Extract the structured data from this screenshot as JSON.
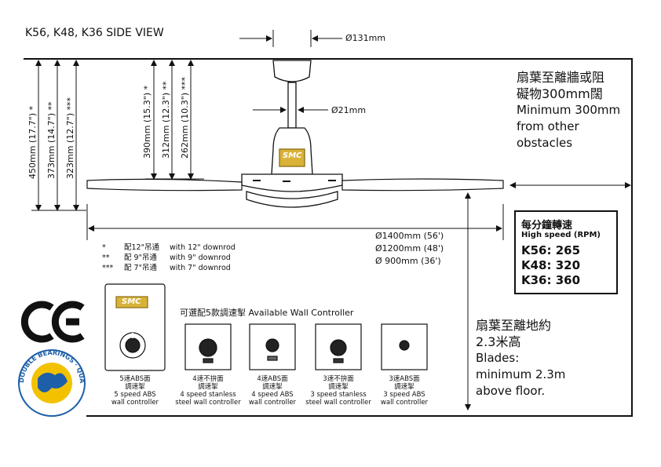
{
  "title": "K56, K48, K36  SIDE VIEW",
  "dimensions": {
    "motor_width": "Ø131mm",
    "downrod": "Ø21mm",
    "blade_span": [
      "Ø1400mm  (56')",
      "Ø1200mm  (48')",
      "Ø  900mm  (36')"
    ],
    "overall_heights": [
      "450mm (17.7\") *",
      "373mm (14.7\") **",
      "323mm (12.7\") ***"
    ],
    "ceiling_to_blade": [
      "390mm (15.3\") *",
      "312mm (12.3\") **",
      "262mm (10.3\") ***"
    ]
  },
  "notes": [
    {
      "mark": "*",
      "cn": "配12\"吊通",
      "en": "with 12\" downrod"
    },
    {
      "mark": "**",
      "cn": "配 9\"吊通",
      "en": "with 9\" downrod"
    },
    {
      "mark": "***",
      "cn": "配 7\"吊通",
      "en": "with 7\" downrod"
    }
  ],
  "clearance_wall": {
    "cn_line1": "扇葉至離牆或阻",
    "cn_line2": "礙物300mm闊",
    "en": [
      "Minimum 300mm",
      "from other",
      "obstacles"
    ]
  },
  "high_speed": {
    "title_cn": "每分鐘轉速",
    "title_en": "High speed (RPM)",
    "rows": [
      "K56:  265",
      "K48:  320",
      "K36:  360"
    ]
  },
  "clearance_floor": {
    "cn_line1": "扇葉至離地約",
    "cn_line2": "2.3米高",
    "en": [
      "Blades:",
      "minimum 2.3m",
      "above floor."
    ]
  },
  "available_controller": "可選配5款調速掣  Available Wall Controller",
  "brand_logo": "SMC",
  "ce_mark": "CE",
  "quality_badge": "DOUBLE BEARINGS · QUALITY GUARANTEE ·",
  "controllers": [
    {
      "cn1": "5速ABS面",
      "cn2": "調速掣",
      "en1": "5 speed ABS",
      "en2": "wall controller"
    },
    {
      "cn1": "4速不拚面",
      "cn2": "調速掣",
      "en1": "4 speed stanless",
      "en2": "steel wall controller"
    },
    {
      "cn1": "4速ABS面",
      "cn2": "調速掣",
      "en1": "4 speed ABS",
      "en2": "wall controller"
    },
    {
      "cn1": "3速不拚面",
      "cn2": "調速掣",
      "en1": "3 speed stanless",
      "en2": "steel wall controller"
    },
    {
      "cn1": "3速ABS面",
      "cn2": "調速掣",
      "en1": "3 speed ABS",
      "en2": "wall controller"
    }
  ],
  "colors": {
    "ink": "#111111",
    "brand_gold": "#d9b23a",
    "badge_blue": "#1d5fa8",
    "badge_yellow": "#f2c200"
  }
}
